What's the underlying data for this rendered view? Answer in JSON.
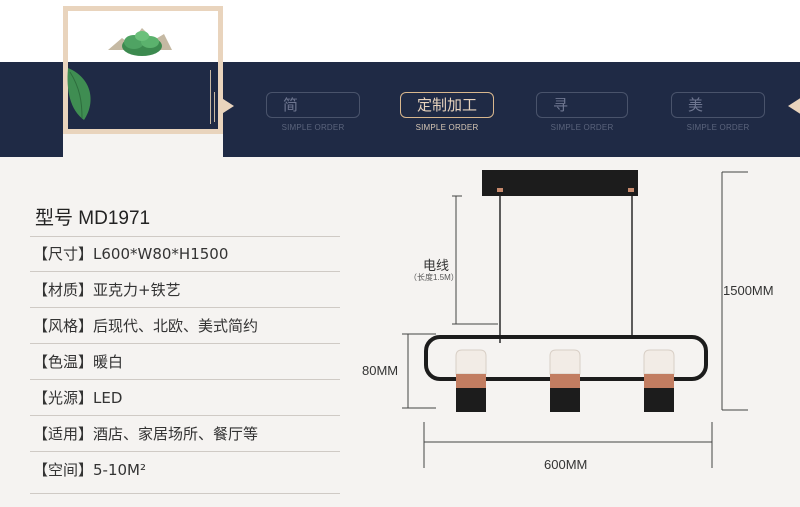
{
  "nav": {
    "tabs": [
      {
        "label": "简",
        "sub": "SIMPLE ORDER"
      },
      {
        "label": "定制加工",
        "sub": "SIMPLE ORDER"
      },
      {
        "label": "寻",
        "sub": "SIMPLE ORDER"
      },
      {
        "label": "美",
        "sub": "SIMPLE ORDER"
      }
    ]
  },
  "product": {
    "model": "型号 MD1971",
    "specs": [
      {
        "label": "【尺寸】",
        "value": "L600*W80*H1500"
      },
      {
        "label": "【材质】",
        "value": "亚克力+铁艺"
      },
      {
        "label": "【风格】",
        "value": "后现代、北欧、美式简约"
      },
      {
        "label": "【色温】",
        "value": "暖白"
      },
      {
        "label": "【光源】",
        "value": "LED"
      },
      {
        "label": "【适用】",
        "value": "酒店、家居场所、餐厅等"
      },
      {
        "label": "【空间】",
        "value": "5-10M²"
      }
    ]
  },
  "diagram": {
    "cable_label": "电线",
    "cable_sub": "（长度1.5M）",
    "height_label": "1500MM",
    "frame_height_label": "80MM",
    "width_label": "600MM"
  },
  "colors": {
    "nav_bg": "#1f2a45",
    "accent": "#e9d4bd",
    "bg": "#f5f3f1"
  }
}
